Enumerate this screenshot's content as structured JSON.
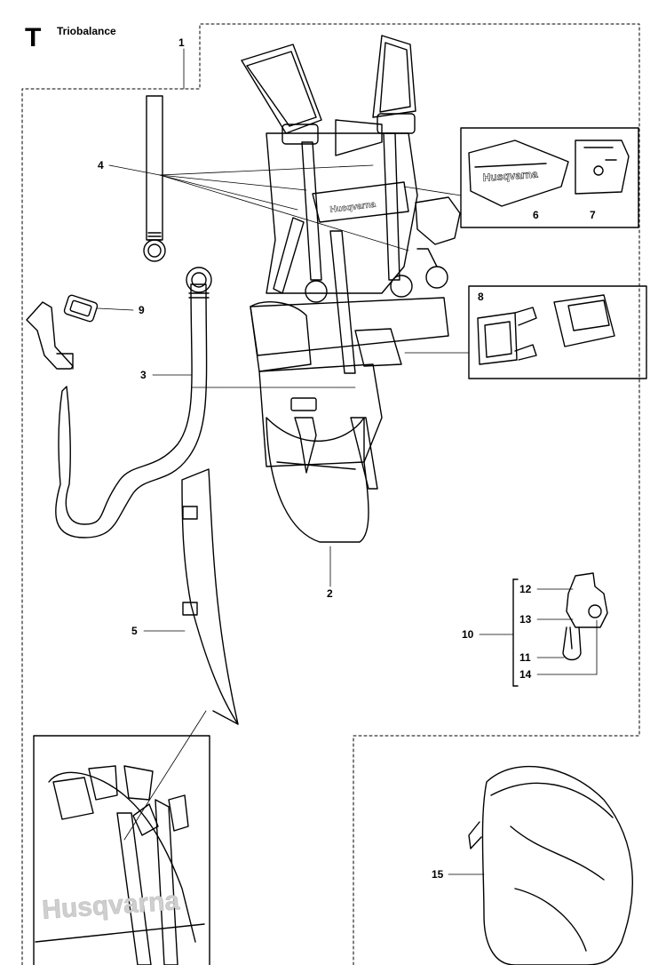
{
  "section": {
    "letter": "T",
    "title": "Triobalance"
  },
  "callouts": {
    "c1": "1",
    "c2": "2",
    "c3": "3",
    "c4": "4",
    "c5": "5",
    "c6": "6",
    "c7": "7",
    "c8": "8",
    "c9": "9",
    "c10": "10",
    "c11": "11",
    "c12": "12",
    "c13": "13",
    "c14": "14",
    "c15": "15"
  },
  "brand": {
    "logo_text": "Husqvarna"
  },
  "colors": {
    "line": "#000000",
    "background": "#ffffff",
    "faded_logo": "#cfcfcf"
  }
}
